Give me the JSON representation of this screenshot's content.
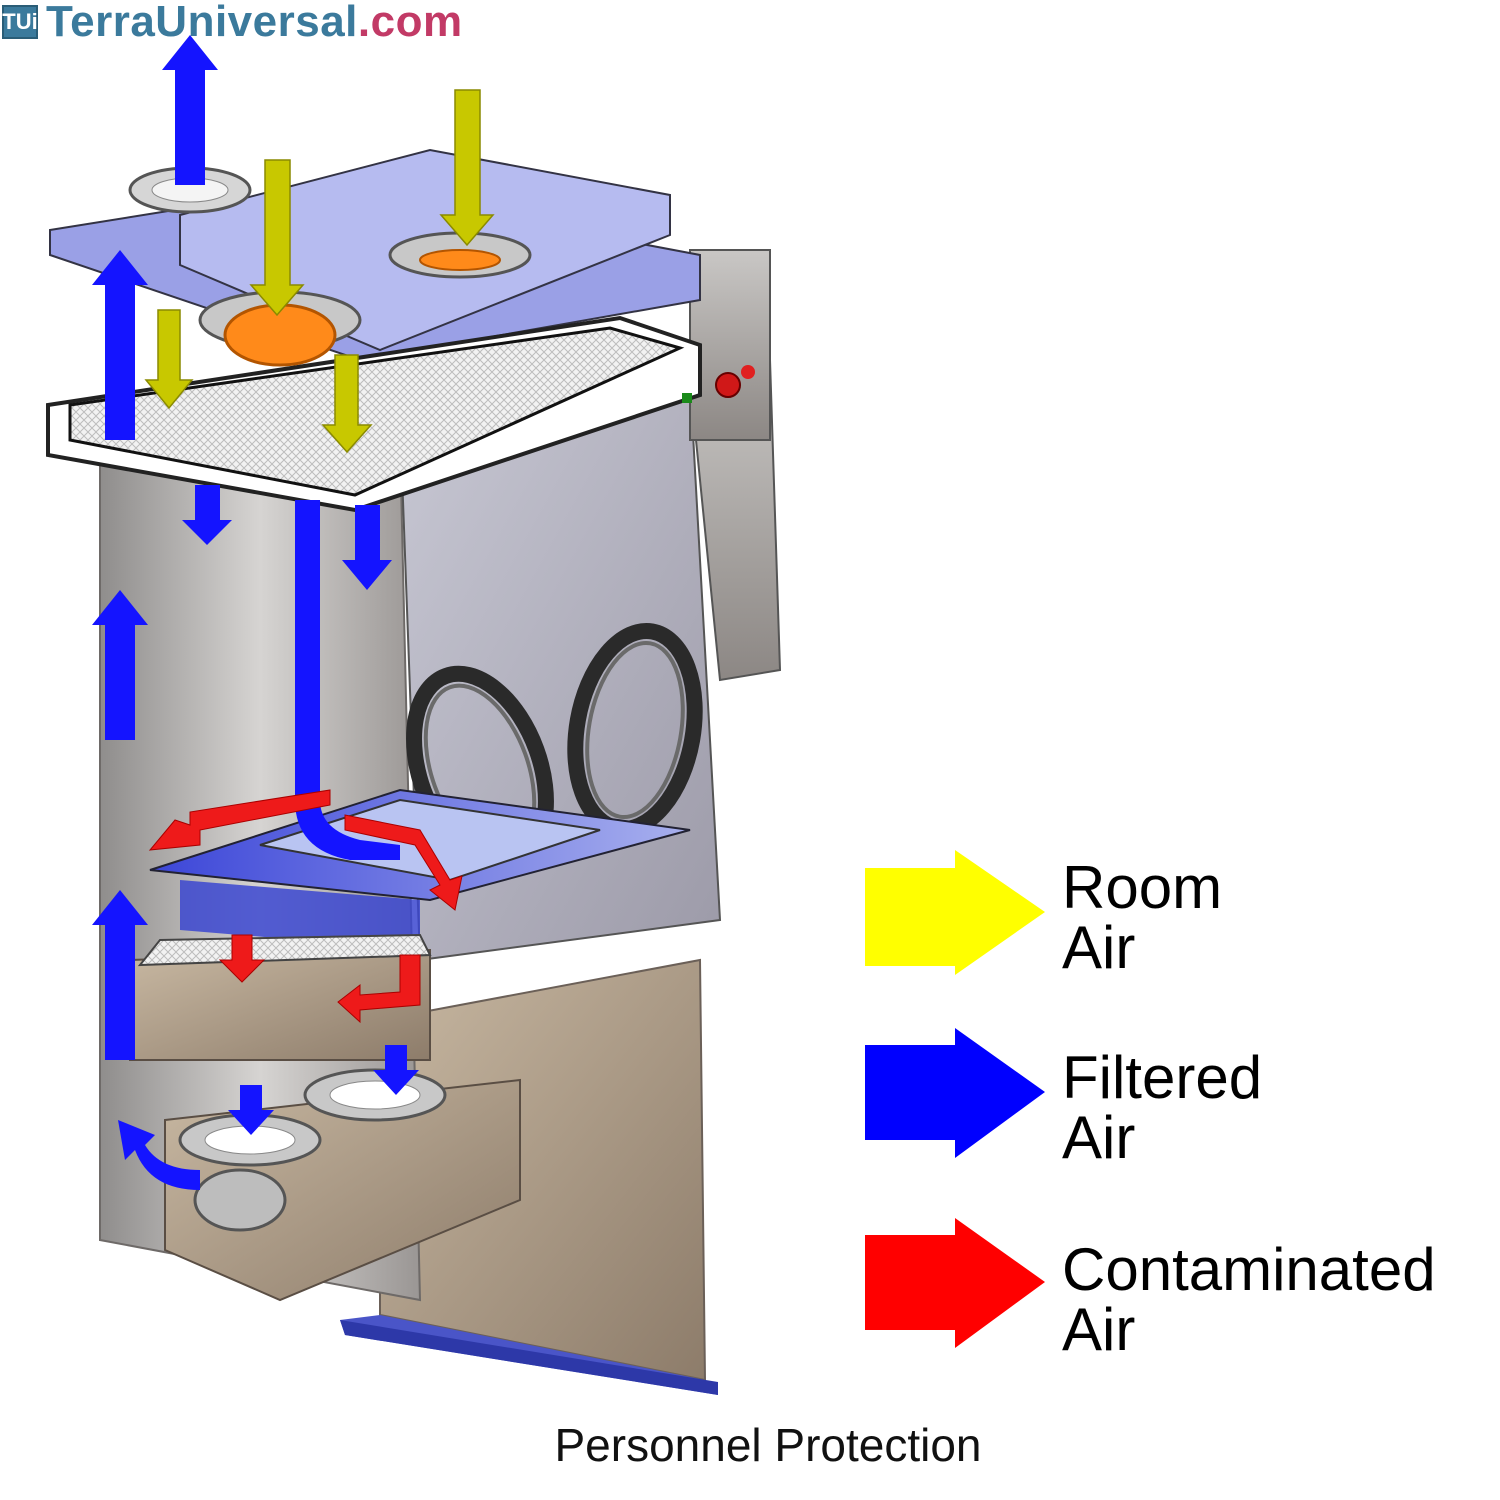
{
  "brand": {
    "mark": "TUi",
    "name": "TerraUniversal",
    "tld": ".com"
  },
  "legend": [
    {
      "line1": "Room",
      "line2": "Air",
      "color": "#ffff00"
    },
    {
      "line1": "Filtered",
      "line2": "Air",
      "color": "#0000ff"
    },
    {
      "line1": "Contaminated",
      "line2": "Air",
      "color": "#ff0000"
    }
  ],
  "caption": "Personnel Protection",
  "colors": {
    "room_air": "#c8c800",
    "filtered_air": "#1a1aff",
    "contaminated_air": "#ee1a1a",
    "stainless": "#b9b6b3",
    "fan": "#ff8a1a"
  }
}
